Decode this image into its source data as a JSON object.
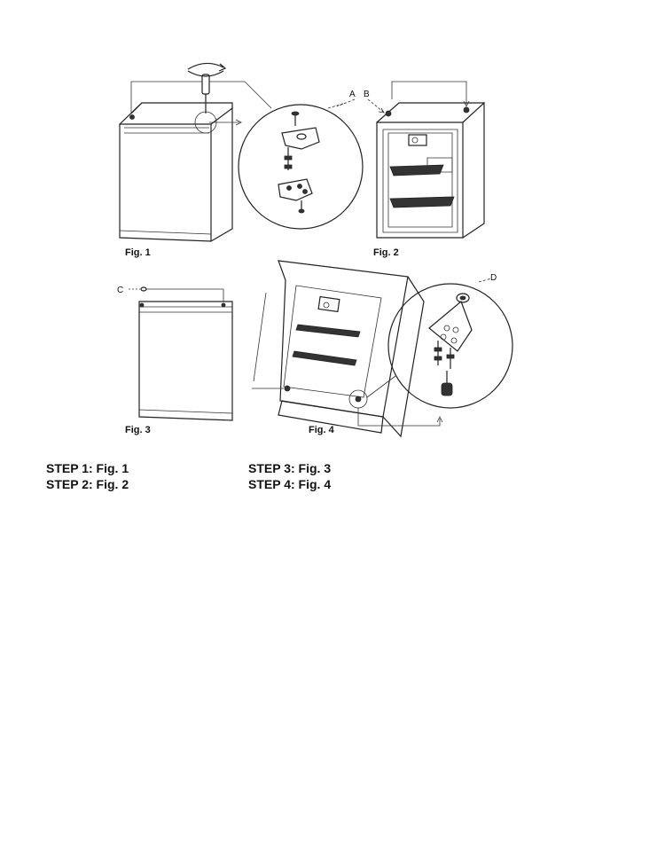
{
  "figures": {
    "fig1": "Fig. 1",
    "fig2": "Fig. 2",
    "fig3": "Fig. 3",
    "fig4": "Fig. 4"
  },
  "labels": {
    "a": "A",
    "b": "B",
    "c": "C",
    "d": "D"
  },
  "steps": {
    "step1": "STEP 1: Fig. 1",
    "step2": "STEP 2: Fig. 2",
    "step3": "STEP 3: Fig. 3",
    "step4": "STEP 4: Fig. 4"
  }
}
